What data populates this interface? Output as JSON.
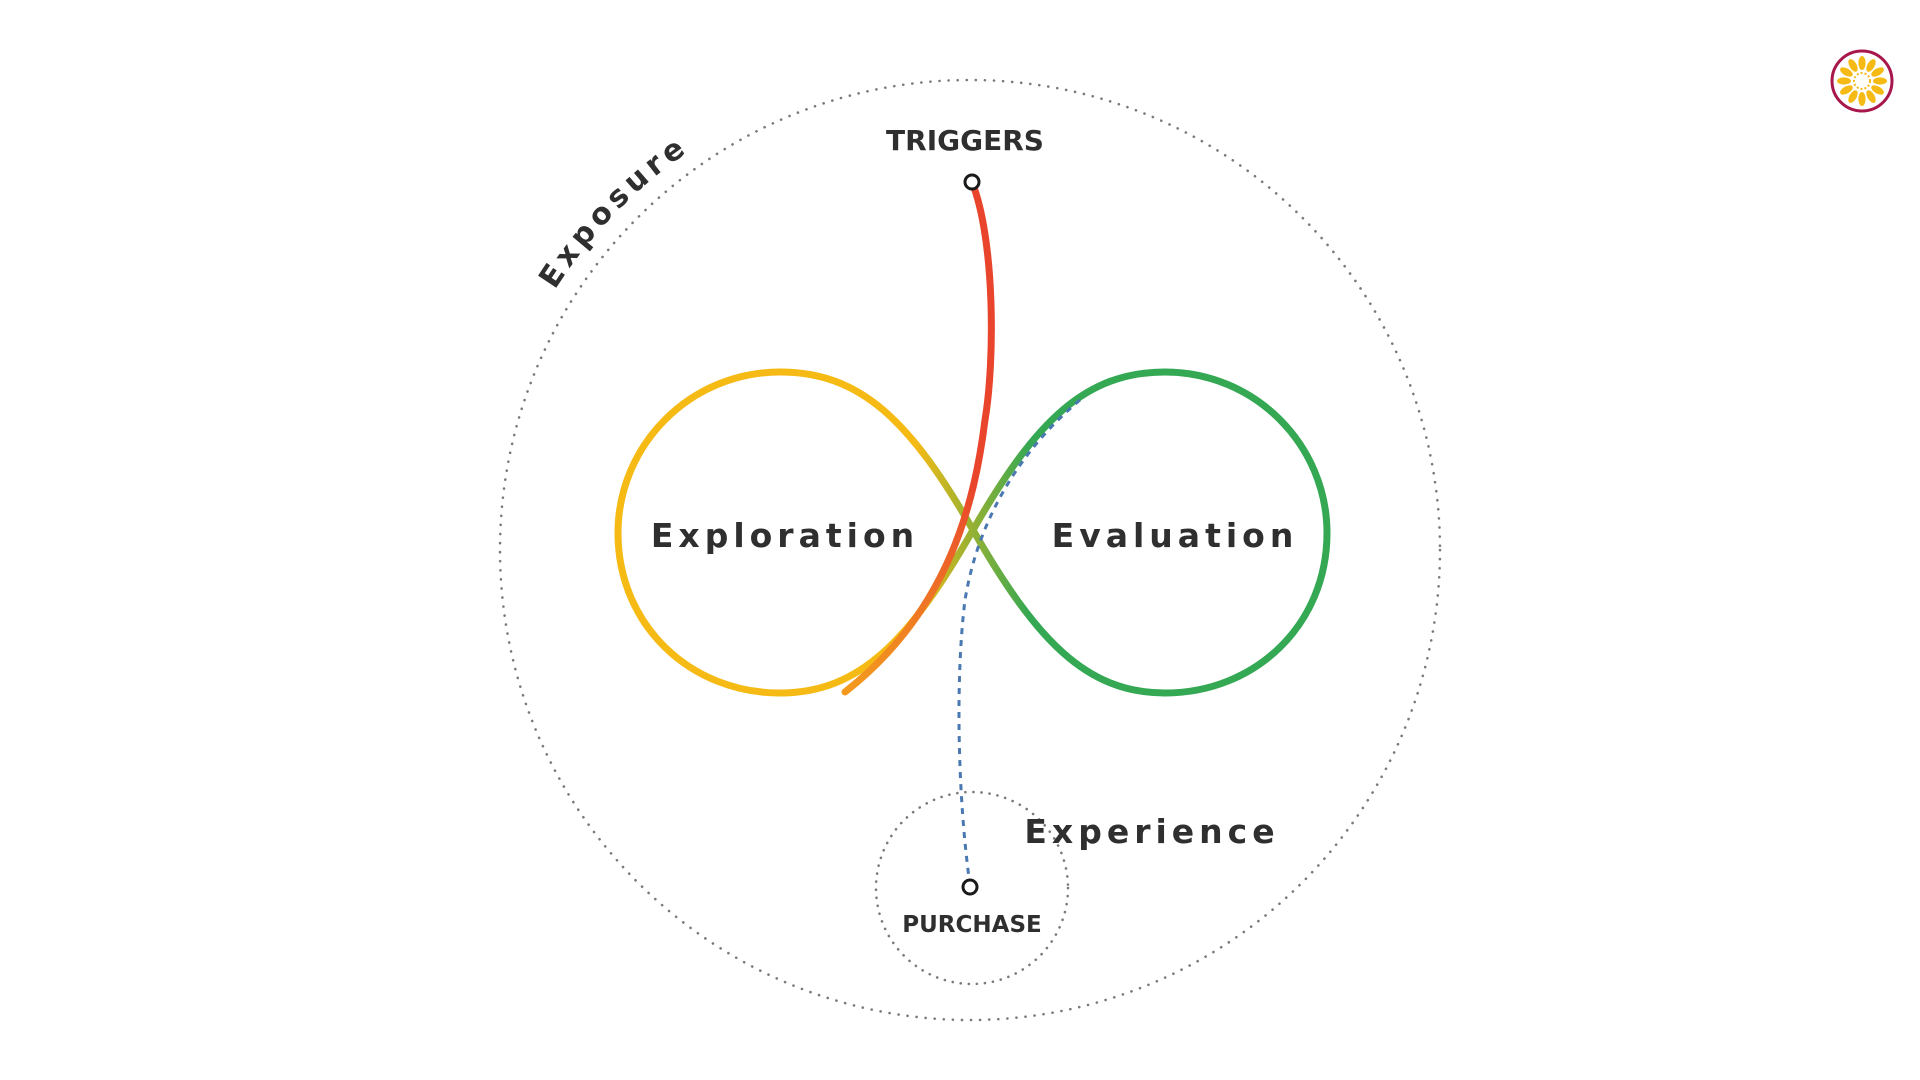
{
  "diagram": {
    "labels": {
      "exposure": "Exposure",
      "triggers": "TRIGGERS",
      "exploration": "Exploration",
      "evaluation": "Evaluation",
      "experience": "Experience",
      "purchase": "PURCHASE"
    },
    "colors": {
      "exploration_loop": "#F5BA14",
      "evaluation_loop": "#34A853",
      "trigger_path": "#E8452C",
      "purchase_path": "#4A78B0",
      "dotted_ring": "#7a7a7a",
      "text": "#2f2f2f",
      "logo_ring": "#A8174B",
      "logo_center": "#F5BA14"
    }
  },
  "logo": {
    "icon": "sun-flower-logo-icon"
  }
}
